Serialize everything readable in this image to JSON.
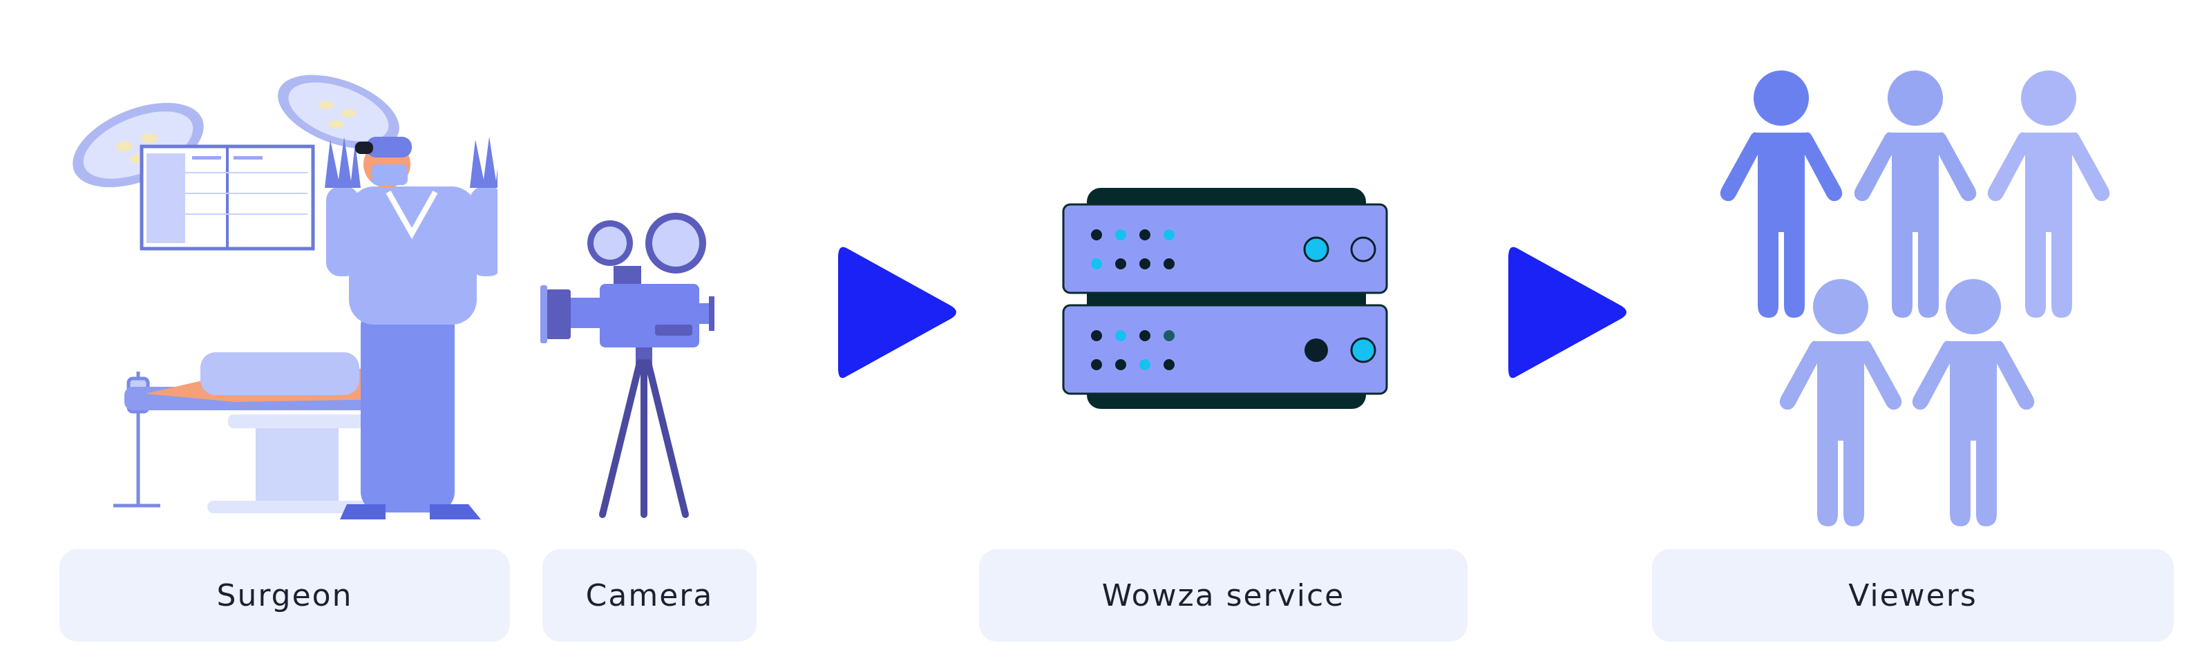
{
  "nodes": [
    {
      "id": "surgeon",
      "label": "Surgeon",
      "icon": "surgeon-icon"
    },
    {
      "id": "camera",
      "label": "Camera",
      "icon": "movie-camera-icon"
    },
    {
      "id": "server",
      "label": "Wowza service",
      "icon": "server-rack-icon"
    },
    {
      "id": "viewers",
      "label": "Viewers",
      "icon": "people-group-icon"
    }
  ],
  "flow": [
    "camera",
    "server",
    "viewers"
  ],
  "colors": {
    "label_bg": "#eef2fd",
    "label_text": "#1d2030",
    "arrow": "#1a22f5",
    "server_body": "#8f9cf7",
    "server_dark": "#062a2b",
    "led_cyan": "#15c1f0",
    "viewer_dark": "#6b80ef",
    "viewer_mid": "#97a6f3",
    "viewer_light": "#aab6f7"
  }
}
